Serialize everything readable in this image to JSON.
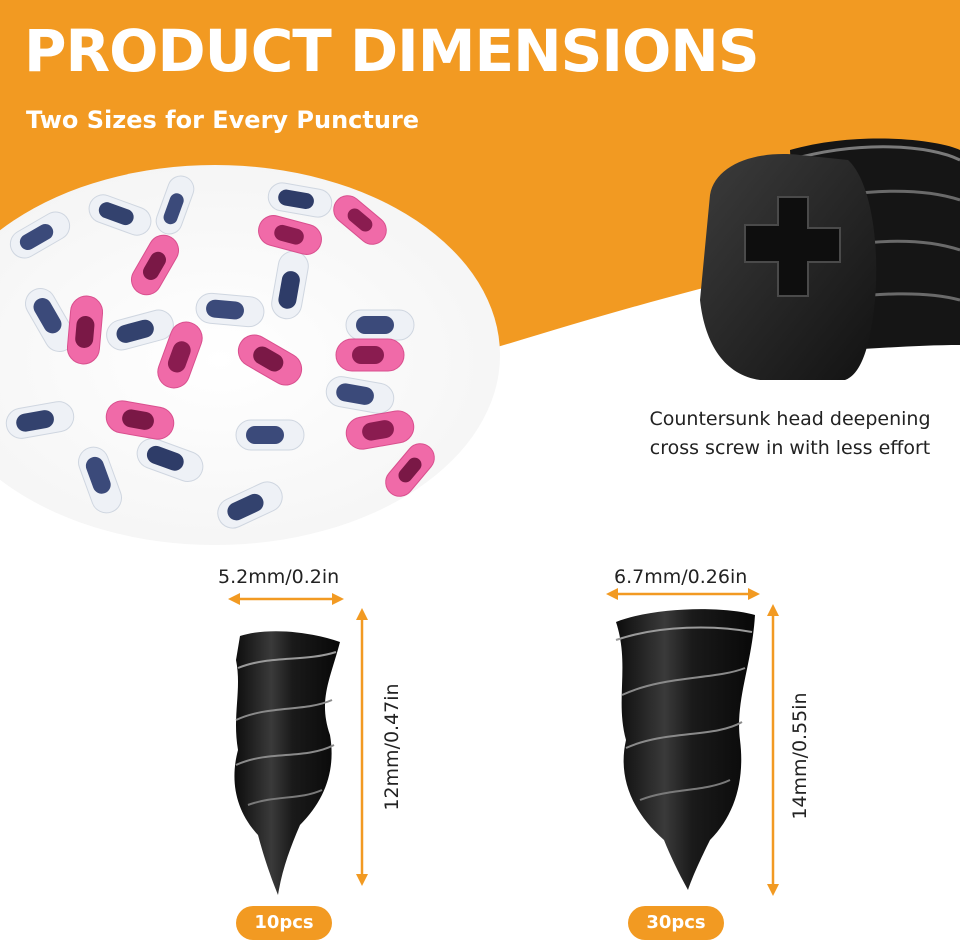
{
  "header": {
    "title": "PRODUCT DIMENSIONS",
    "subtitle": "Two Sizes for Every Puncture"
  },
  "callout": {
    "line1": "Countersunk head deepening",
    "line2": "cross screw in with less effort"
  },
  "small_screw": {
    "width_label": "5.2mm/0.2in",
    "height_label": "12mm/0.47in",
    "count_label": "10pcs"
  },
  "large_screw": {
    "width_label": "6.7mm/0.26in",
    "height_label": "14mm/0.55in",
    "count_label": "30pcs"
  },
  "colors": {
    "brand_orange": "#f29a22",
    "arrow_orange": "#f29a22",
    "screw_black": "#1c1c1c",
    "text_dark": "#222222"
  }
}
